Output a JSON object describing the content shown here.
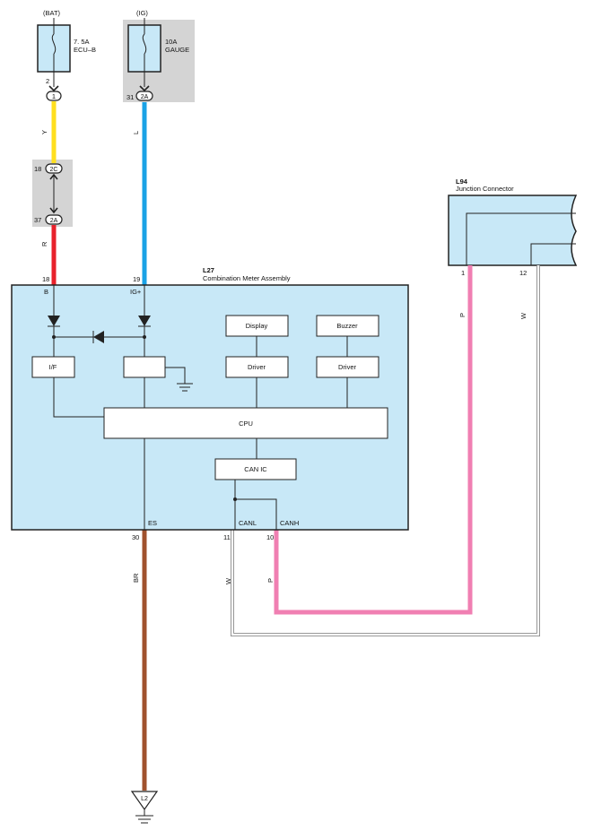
{
  "colors": {
    "assembly_fill": "#c8e8f7",
    "shade_fill": "#d4d4d4",
    "wire_yellow": "#ffdf1e",
    "wire_blue": "#1aa2e6",
    "wire_red": "#e8212b",
    "wire_brown": "#a0522d",
    "wire_pink": "#f07fb2",
    "wire_white_outline": "#8a8a8a"
  },
  "fuses": {
    "bat": {
      "source": "(BAT)",
      "rating": "7. 5A",
      "name": "ECU–B",
      "pin": "2",
      "connector": "1"
    },
    "ig": {
      "source": "(IG)",
      "rating": "10A",
      "name": "GAUGE",
      "pin": "31",
      "connector": "2A"
    }
  },
  "junction_block": {
    "pin_top": "18",
    "connector_top": "2C",
    "pin_bottom": "37",
    "connector_bottom": "2A"
  },
  "wires": {
    "yellow": "Y",
    "blue": "L",
    "red": "R",
    "brown": "BR",
    "pink_top": "P",
    "white_top": "W",
    "white_bottom": "W",
    "pink_bottom": "P"
  },
  "assembly": {
    "code": "L27",
    "name": "Combination Meter Assembly",
    "pins": {
      "b": "18",
      "ig": "19",
      "es": "30",
      "canl": "11",
      "canh": "10"
    },
    "terminals": {
      "b": "B",
      "ig": "IG+",
      "es": "ES",
      "canl": "CANL",
      "canh": "CANH"
    },
    "blocks": {
      "if": "I/F",
      "display": "Display",
      "buzzer": "Buzzer",
      "driver1": "Driver",
      "driver2": "Driver",
      "cpu": "CPU",
      "can_ic": "CAN IC"
    }
  },
  "junction_connector": {
    "code": "L94",
    "name": "Junction Connector",
    "pin_left": "1",
    "pin_right": "12"
  },
  "ground": {
    "label": "L2"
  }
}
